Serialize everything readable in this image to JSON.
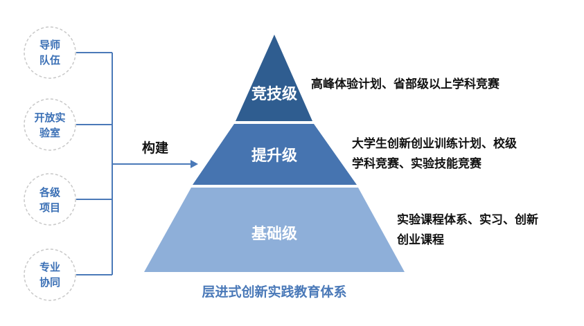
{
  "left_circles": [
    {
      "line1": "导师",
      "line2": "队伍"
    },
    {
      "line1": "开放实",
      "line2": "验室"
    },
    {
      "line1": "各级",
      "line2": "项目"
    },
    {
      "line1": "专业",
      "line2": "协同"
    }
  ],
  "connector_label": "构建",
  "pyramid": {
    "levels": [
      {
        "label": "竞技级",
        "color": "#2f5d90"
      },
      {
        "label": "提升级",
        "color": "#4674b0"
      },
      {
        "label": "基础级",
        "color": "#8eafd9"
      }
    ]
  },
  "descriptions": [
    {
      "lines": [
        "高峰体验计划、省部级以上学科竞赛"
      ]
    },
    {
      "lines": [
        "大学生创新创业训练计划、校级",
        "学科竞赛、实验技能竞赛"
      ]
    },
    {
      "lines": [
        "实验课程体系、实习、创新",
        "创业课程"
      ]
    }
  ],
  "caption": "层进式创新实践教育体系",
  "colors": {
    "circle_text": "#3a6fb5",
    "circle_border": "#c8c8c8",
    "connector": "#4a79b8",
    "caption": "#4a79b8",
    "label_white": "#ffffff",
    "description": "#111111"
  }
}
